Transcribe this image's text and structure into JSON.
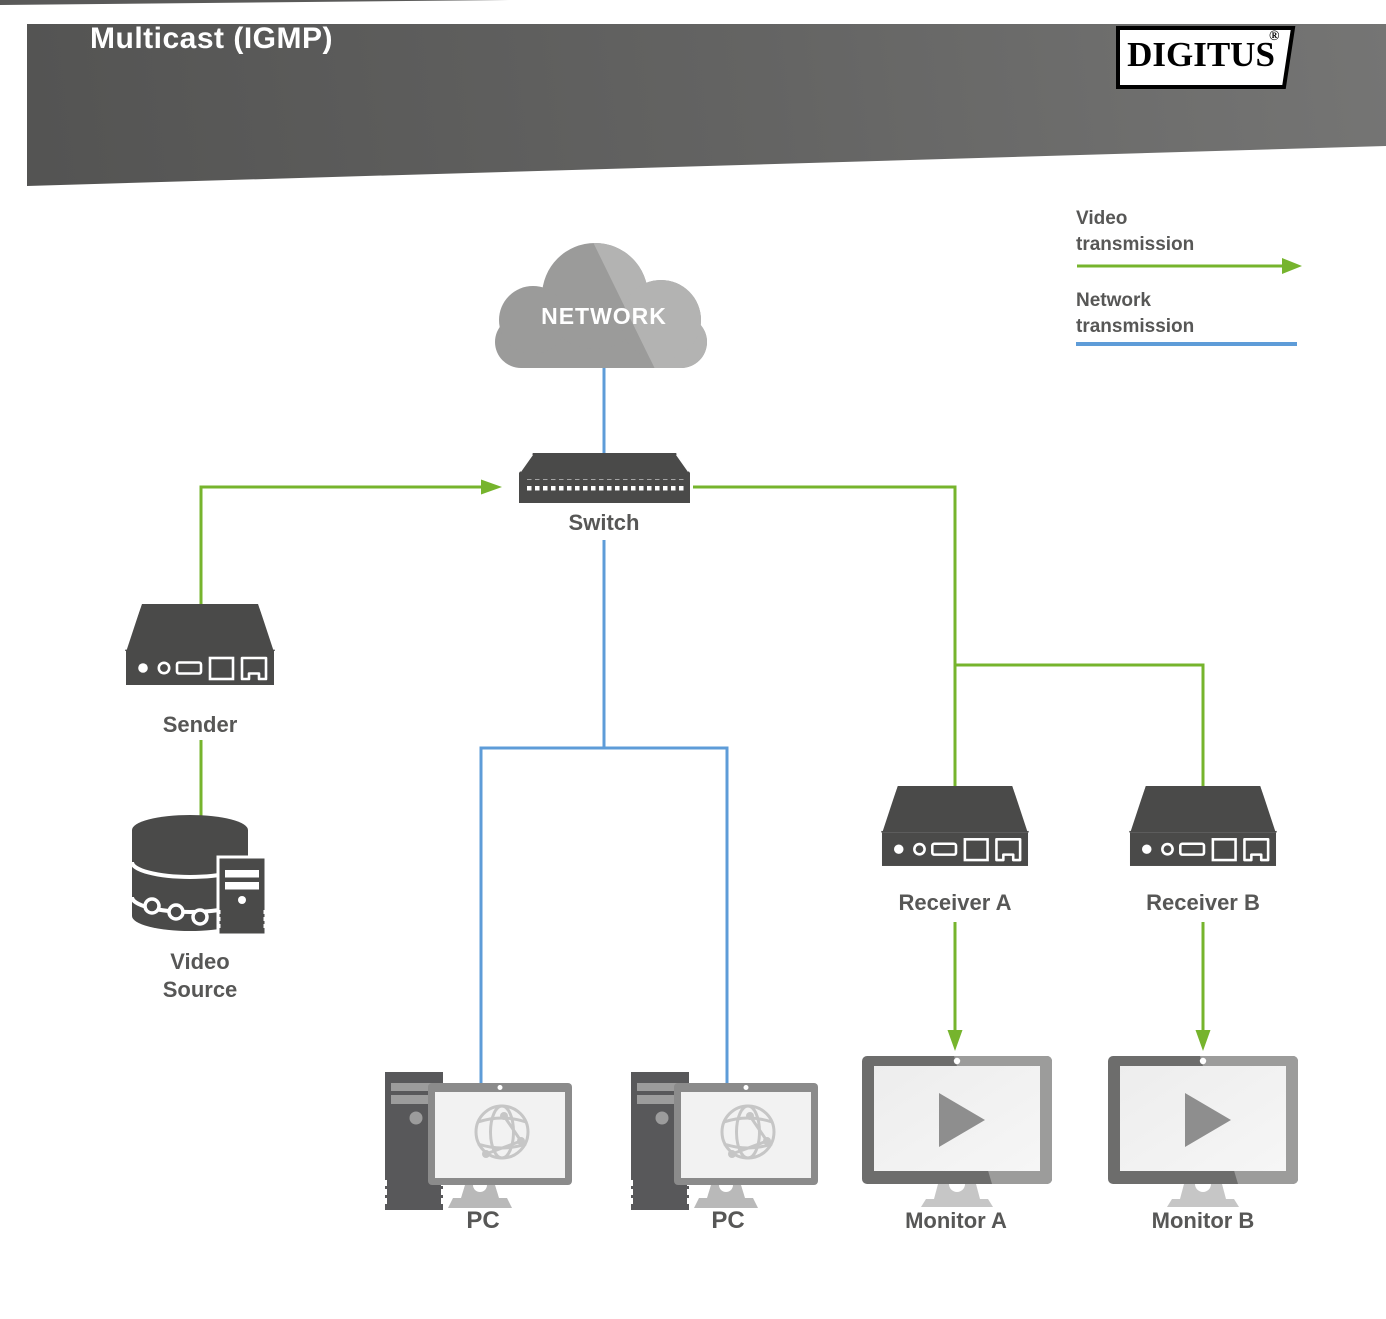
{
  "header": {
    "title": "Multicast (IGMP)"
  },
  "brand": {
    "name": "DIGITUS",
    "registered": "®"
  },
  "legend": {
    "video_label": "Video transmission",
    "network_label": "Network transmission"
  },
  "colors": {
    "video_green": "#76b42d",
    "network_blue": "#5e9cd8",
    "device_gray": "#4a4a49",
    "label_gray": "#575756",
    "banner_gray": "#5f5e5e",
    "cloud_gray": "#9b9b9a",
    "cloud_gray_light": "#b3b3b2"
  },
  "nodes": {
    "cloud": {
      "label": "NETWORK"
    },
    "switch": {
      "label": "Switch"
    },
    "sender": {
      "label": "Sender"
    },
    "video_source": {
      "line1": "Video",
      "line2": "Source"
    },
    "receiver_a": {
      "label": "Receiver A"
    },
    "receiver_b": {
      "label": "Receiver B"
    },
    "pc_left": {
      "label": "PC"
    },
    "pc_right": {
      "label": "PC"
    },
    "monitor_a": {
      "label": "Monitor A"
    },
    "monitor_b": {
      "label": "Monitor B"
    }
  }
}
